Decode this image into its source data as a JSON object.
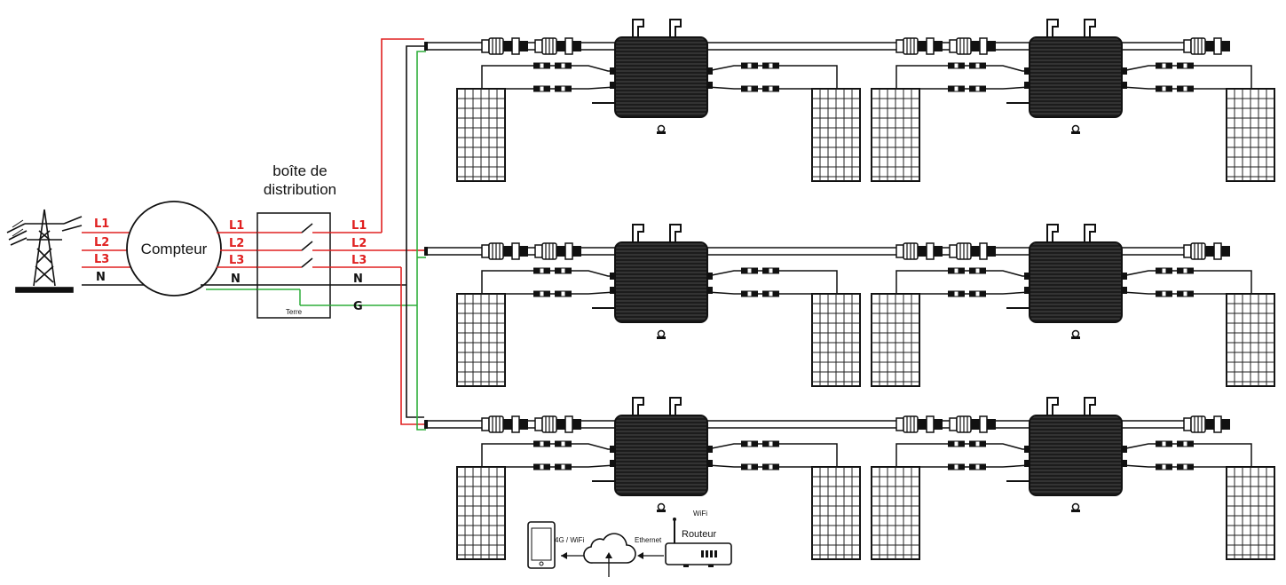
{
  "meter": {
    "label": "Compteur"
  },
  "distribution_box": {
    "title_line1": "boîte de",
    "title_line2": "distribution",
    "earth_label": "Terre"
  },
  "lines_in": [
    "L1",
    "L2",
    "L3",
    "N"
  ],
  "lines_meter_out": [
    "L1",
    "L2",
    "L3",
    "N"
  ],
  "lines_box_out": [
    "L1",
    "L2",
    "L3",
    "N",
    "G"
  ],
  "monitoring": {
    "phone_link": "4G / WiFi",
    "ethernet": "Ethernet",
    "wifi": "WiFi",
    "router": "Routeur"
  },
  "colors": {
    "phase": "#e02020",
    "neutral": "#111111",
    "earth": "#2eae3a",
    "inverter": "#1c1c1c"
  },
  "icons": [
    "power-pylon-icon",
    "meter-icon",
    "microinverter-icon",
    "solar-panel-icon",
    "mc4-connector-icon",
    "phone-icon",
    "cloud-icon",
    "router-icon"
  ]
}
